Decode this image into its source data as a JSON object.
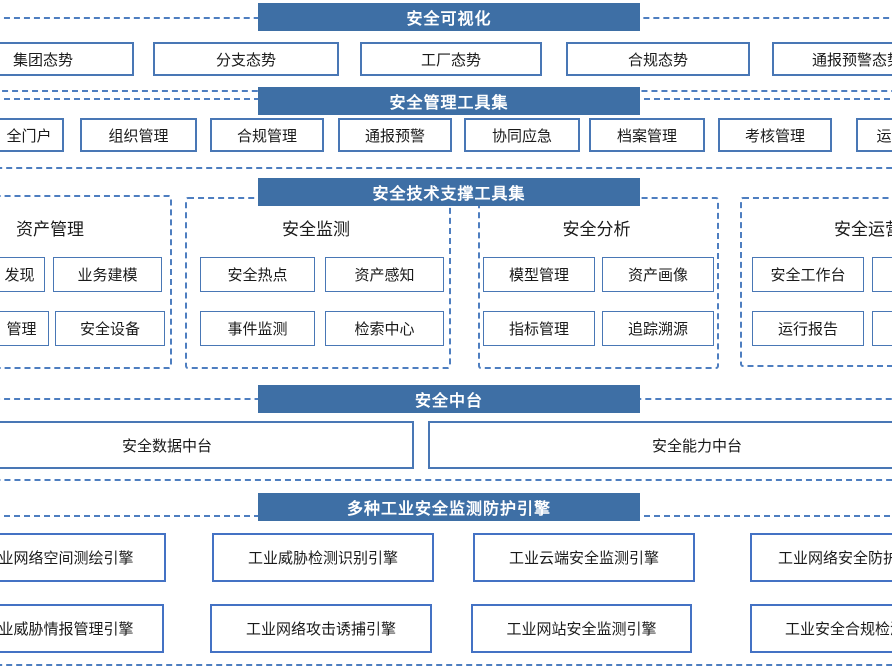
{
  "colors": {
    "header_bg": "#3E6FA5",
    "box_border": "#4977B5",
    "engine_border": "#4472C4",
    "dashed_border": "#4E7EC0"
  },
  "sections": {
    "visualization": {
      "title": "安全可视化",
      "boxes": [
        "集团态势",
        "分支态势",
        "工厂态势",
        "合规态势",
        "通报预警态势"
      ]
    },
    "management": {
      "title": "安全管理工具集",
      "boxes": [
        "全门户",
        "组织管理",
        "合规管理",
        "通报预警",
        "协同应急",
        "档案管理",
        "考核管理",
        "运"
      ]
    },
    "tech_support": {
      "title": "安全技术支撑工具集",
      "panels": [
        {
          "title": "资产管理",
          "boxes": [
            "发现",
            "业务建模",
            "管理",
            "安全设备"
          ]
        },
        {
          "title": "安全监测",
          "boxes": [
            "安全热点",
            "资产感知",
            "事件监测",
            "检索中心"
          ]
        },
        {
          "title": "安全分析",
          "boxes": [
            "模型管理",
            "资产画像",
            "指标管理",
            "追踪溯源"
          ]
        },
        {
          "title": "安全运营",
          "boxes": [
            "安全工作台",
            "",
            "运行报告",
            ""
          ]
        }
      ]
    },
    "middle_platform": {
      "title": "安全中台",
      "boxes": [
        "安全数据中台",
        "安全能力中台"
      ]
    },
    "engines": {
      "title": "多种工业安全监测防护引擎",
      "boxes": [
        "业网络空间测绘引擎",
        "工业威胁检测识别引擎",
        "工业云端安全监测引擎",
        "工业网络安全防护",
        "业威胁情报管理引擎",
        "工业网络攻击诱捕引擎",
        "工业网站安全监测引擎",
        "工业安全合规检测"
      ]
    }
  }
}
